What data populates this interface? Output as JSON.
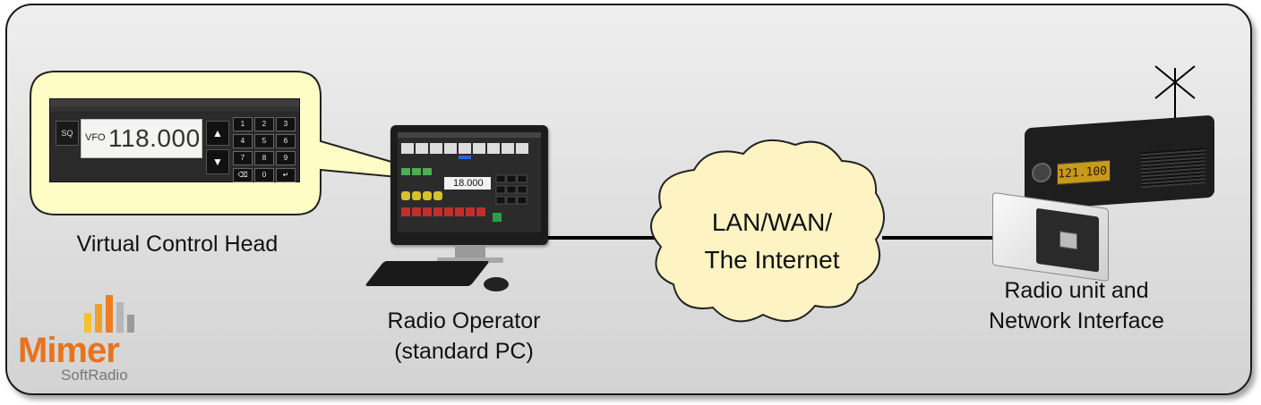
{
  "labels": {
    "virtual_control_head": "Virtual Control Head",
    "radio_operator_line1": "Radio Operator",
    "radio_operator_line2": "(standard PC)",
    "network_line1": "LAN/WAN/",
    "network_line2": "The Internet",
    "radio_unit_line1": "Radio unit and",
    "radio_unit_line2": "Network Interface"
  },
  "control_head": {
    "squelch_button": "SQ",
    "mode": "VFO",
    "frequency": "118.000",
    "keypad": [
      "1",
      "2",
      "3",
      "4",
      "5",
      "6",
      "7",
      "8",
      "9",
      "⌫",
      "0",
      "↵"
    ]
  },
  "pc_screen": {
    "frequency": "18.000"
  },
  "radio": {
    "display_frequency": "121.100"
  },
  "logo": {
    "name": "Mimer",
    "tagline": "SoftRadio"
  },
  "colors": {
    "callout_fill": "#fefdc6",
    "cloud_fill": "#fdf3c3",
    "logo_orange": "#e9731c",
    "connection_line": "#000000"
  },
  "icons": {
    "antenna": "antenna-icon",
    "mouse": "mouse-icon",
    "keyboard": "keyboard-icon",
    "rj45": "ethernet-port-icon"
  }
}
